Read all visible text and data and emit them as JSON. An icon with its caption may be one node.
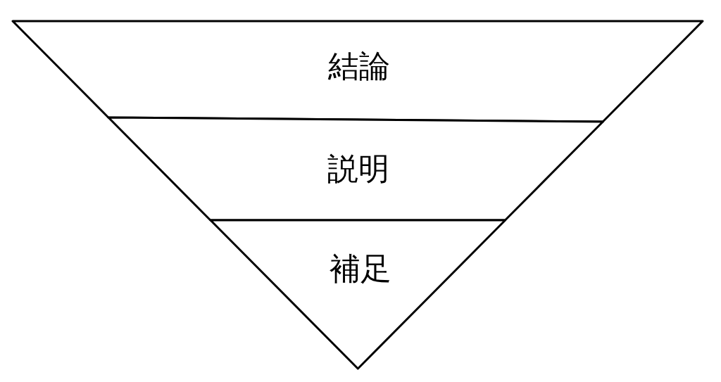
{
  "diagram": {
    "nodes": [
      {
        "text": [
          "結論"
        ]
      },
      {
        "text": [
          "説明"
        ]
      },
      {
        "text": [
          "補足"
        ]
      }
    ]
  }
}
